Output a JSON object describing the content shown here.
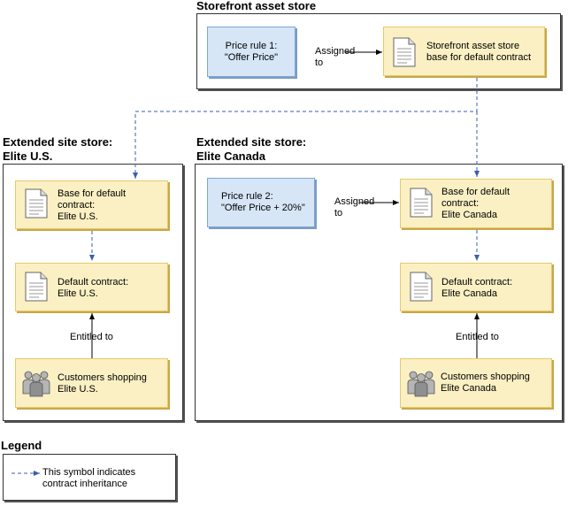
{
  "stores": {
    "asset_store": {
      "title": "Storefront asset store"
    },
    "elite_us": {
      "title_line1": "Extended site store:",
      "title_line2": "Elite U.S."
    },
    "elite_canada": {
      "title_line1": "Extended site store:",
      "title_line2": "Elite Canada"
    }
  },
  "boxes": {
    "price_rule_1": {
      "line1": "Price rule 1:",
      "line2": "\"Offer Price\""
    },
    "asset_base": {
      "line1": "Storefront asset store",
      "line2": "base for default contract"
    },
    "us_base": {
      "line1": "Base for default",
      "line2": "contract:",
      "line3": "Elite U.S."
    },
    "us_default": {
      "line1": "Default contract:",
      "line2": "Elite U.S."
    },
    "us_customers": {
      "line1": "Customers shopping",
      "line2": "Elite U.S."
    },
    "price_rule_2": {
      "line1": "Price rule 2:",
      "line2": "\"Offer Price + 20%\""
    },
    "ca_base": {
      "line1": "Base for default",
      "line2": "contract:",
      "line3": "Elite Canada"
    },
    "ca_default": {
      "line1": "Default contract:",
      "line2": "Elite Canada"
    },
    "ca_customers": {
      "line1": "Customers shopping",
      "line2": "Elite Canada"
    }
  },
  "connectors": {
    "assigned_1": {
      "line1": "Assigned",
      "line2": "to"
    },
    "assigned_2": {
      "line1": "Assigned",
      "line2": "to"
    },
    "entitled_us": "Entitled to",
    "entitled_ca": "Entitled to"
  },
  "legend": {
    "title": "Legend",
    "text_line1": "This symbol indicates",
    "text_line2": "contract inheritance"
  },
  "colors": {
    "contract_box_fill": "#fbf0c3",
    "price_rule_fill": "#d6e6f7",
    "inheritance_arrow": "#3a5fae"
  }
}
